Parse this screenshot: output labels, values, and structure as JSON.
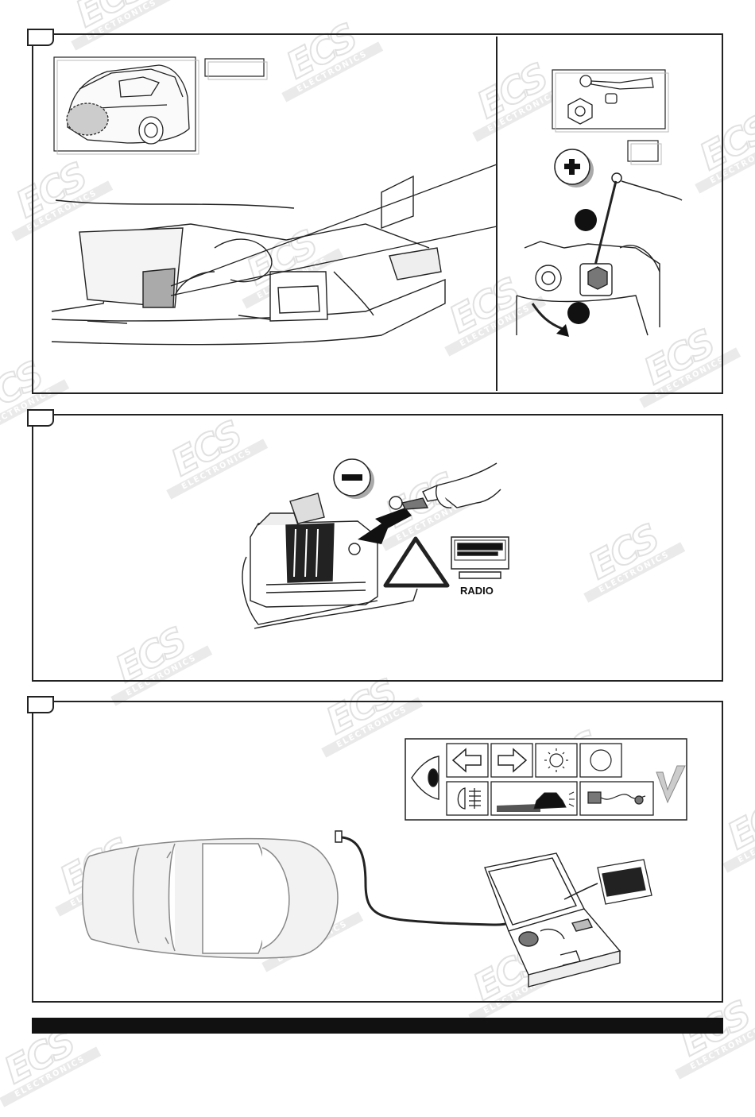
{
  "radio": {
    "label": "RADIO"
  },
  "icons": {
    "plus": "plus-icon",
    "minus": "minus-icon",
    "warning": "warning-triangle-icon",
    "eye": "eye-icon",
    "check": "checkmark-icon",
    "tools": "wrench-nut-icon"
  },
  "watermark": {
    "logo": "ECS",
    "sub": "ELECTRONICS"
  }
}
